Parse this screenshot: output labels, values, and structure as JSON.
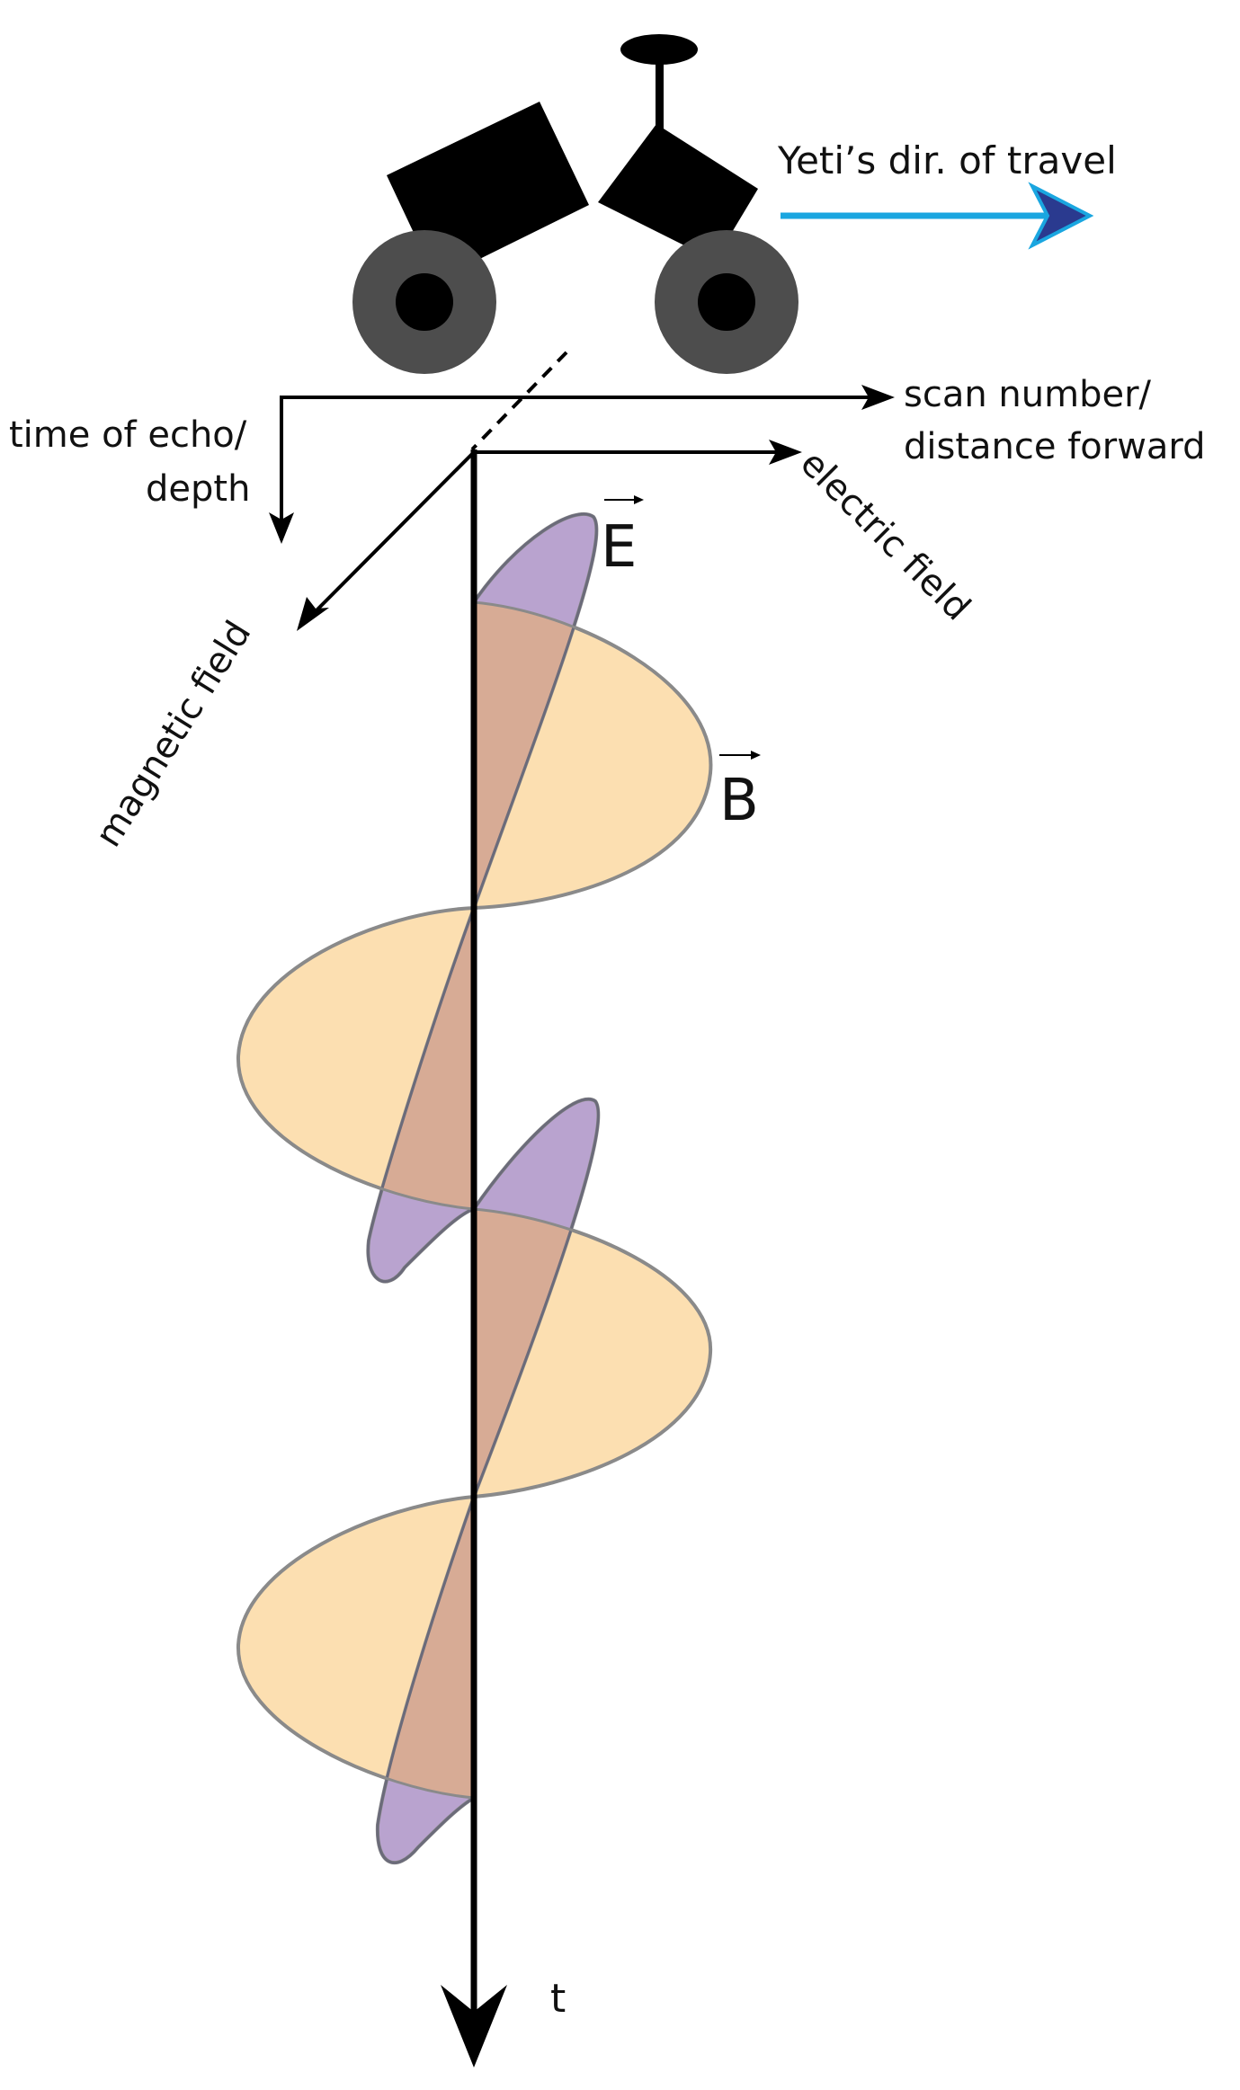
{
  "labels": {
    "travel": "Yeti’s dir. of travel",
    "scan_line1": "scan number/",
    "scan_line2": "distance forward",
    "time_line1": "time of echo/",
    "time_line2": "depth",
    "electric": "electric field",
    "magnetic": "magnetic field",
    "e_vector": "E",
    "b_vector": "B",
    "t_axis": "t"
  },
  "colors": {
    "electric_fill": "#b9a3cf",
    "magnetic_fill": "#fcdfb1",
    "overlap_fill": "#d7ab95",
    "wave_stroke": "#8a8a8a",
    "travel_arrow": "#1aa6e0",
    "travel_arrow_head": "#2a3a8f",
    "robot_body": "#000000",
    "wheel": "#4d4d4d"
  },
  "icons": {
    "robot": "rover-robot-icon",
    "travel_arrow": "arrow-right-icon"
  }
}
